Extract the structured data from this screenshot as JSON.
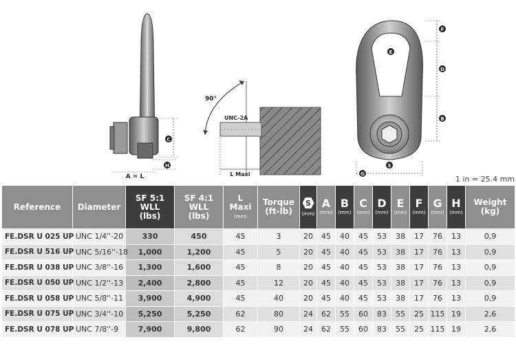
{
  "drawings": {
    "side_view": {
      "dimension_labels": [
        "C",
        "H"
      ],
      "note": "A = L"
    },
    "install_view": {
      "angle": "90°",
      "thread": "UNC-2A",
      "length": "L Maxi"
    },
    "front_view": {
      "dimension_labels": [
        "F",
        "E",
        "D",
        "B",
        "S",
        "G"
      ]
    }
  },
  "unit_note": "1 in = 25.4 mm",
  "table": {
    "headers": {
      "reference": "Reference",
      "diameter": "Diameter",
      "sf5": [
        "SF 5:1",
        "WLL",
        "(lbs)"
      ],
      "sf4": [
        "SF 4:1",
        "WLL",
        "(lbs)"
      ],
      "l_maxi": [
        "L",
        "Maxi"
      ],
      "l_unit": "(mm)",
      "torque": [
        "Torque",
        "(ft-lb)"
      ],
      "s": "S",
      "s_unit": "(mm)",
      "a": "A",
      "a_unit": "(mm)",
      "b": "B",
      "b_unit": "(mm)",
      "c": "C",
      "c_unit": "(mm)",
      "d": "D",
      "d_unit": "(mm)",
      "e": "E",
      "e_unit": "(mm)",
      "f": "F",
      "f_unit": "(mm)",
      "g": "G",
      "g_unit": "(mm)",
      "h": "H",
      "h_unit": "(mm)",
      "weight": [
        "Weight",
        "(kg)"
      ]
    },
    "rows": [
      {
        "ref": "FE.DSR U 025 UP",
        "dia": "UNC 1/4''-20",
        "sf5": "330",
        "sf4": "450",
        "l": "45",
        "torque": "3",
        "s": "20",
        "a": "45",
        "b": "40",
        "c": "45",
        "d": "53",
        "e": "38",
        "f": "17",
        "g": "76",
        "h": "13",
        "w": "0,9"
      },
      {
        "ref": "FE.DSR U 516 UP",
        "dia": "UNC 5/16''-18",
        "sf5": "1,000",
        "sf4": "1,200",
        "l": "45",
        "torque": "5",
        "s": "20",
        "a": "45",
        "b": "40",
        "c": "45",
        "d": "53",
        "e": "38",
        "f": "17",
        "g": "76",
        "h": "13",
        "w": "0,9"
      },
      {
        "ref": "FE.DSR U 038 UP",
        "dia": "UNC 3/8''-16",
        "sf5": "1,300",
        "sf4": "1,600",
        "l": "45",
        "torque": "8",
        "s": "20",
        "a": "45",
        "b": "40",
        "c": "45",
        "d": "53",
        "e": "38",
        "f": "17",
        "g": "76",
        "h": "13",
        "w": "0,9"
      },
      {
        "ref": "FE.DSR U 050 UP",
        "dia": "UNC 1/2''-13",
        "sf5": "2,400",
        "sf4": "2,800",
        "l": "45",
        "torque": "12",
        "s": "20",
        "a": "45",
        "b": "40",
        "c": "45",
        "d": "53",
        "e": "38",
        "f": "17",
        "g": "76",
        "h": "13",
        "w": "0,9"
      },
      {
        "ref": "FE.DSR U 058 UP",
        "dia": "UNC 5/8''-11",
        "sf5": "3,900",
        "sf4": "4,900",
        "l": "45",
        "torque": "40",
        "s": "20",
        "a": "45",
        "b": "40",
        "c": "45",
        "d": "53",
        "e": "38",
        "f": "17",
        "g": "76",
        "h": "13",
        "w": "0,9"
      },
      {
        "ref": "FE.DSR U 075 UP",
        "dia": "UNC 3/4''-10",
        "sf5": "5,250",
        "sf4": "5,250",
        "l": "62",
        "torque": "80",
        "s": "24",
        "a": "62",
        "b": "55",
        "c": "60",
        "d": "83",
        "e": "55",
        "f": "25",
        "g": "115",
        "h": "19",
        "w": "2,6"
      },
      {
        "ref": "FE.DSR U 078 UP",
        "dia": "UNC 7/8''-9",
        "sf5": "7,900",
        "sf4": "9,800",
        "l": "62",
        "torque": "90",
        "s": "24",
        "a": "62",
        "b": "55",
        "c": "60",
        "d": "83",
        "e": "55",
        "f": "25",
        "g": "115",
        "h": "19",
        "w": "2,6"
      }
    ]
  }
}
